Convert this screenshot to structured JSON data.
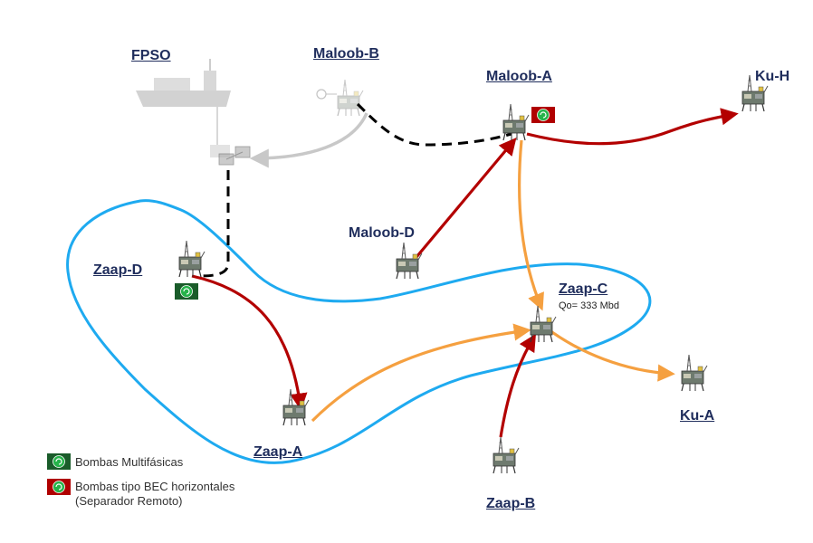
{
  "labels": {
    "fpso": "FPSO",
    "maloob_b": "Maloob-B",
    "maloob_a": "Maloob-A",
    "ku_h": "Ku-H",
    "maloob_d": "Maloob-D",
    "zaap_d": "Zaap-D",
    "zaap_c": "Zaap-C",
    "zaap_c_flow": "Qo= 333 Mbd",
    "zaap_a": "Zaap-A",
    "ku_a": "Ku-A",
    "zaap_b": "Zaap-B"
  },
  "legend": {
    "multiphase": "Bombas Multifásicas",
    "bec_line1": "Bombas tipo BEC horizontales",
    "bec_line2": "(Separador Remoto)"
  },
  "colors": {
    "red_flow": "#b30000",
    "orange_flow": "#f5a040",
    "gray_flow": "#c8c8c8",
    "dashed": "#000000",
    "loop": "#1eaaf0",
    "multiphase_badge": "#1a5c2a",
    "bec_badge": "#b00000",
    "label": "#1f2d5c"
  }
}
